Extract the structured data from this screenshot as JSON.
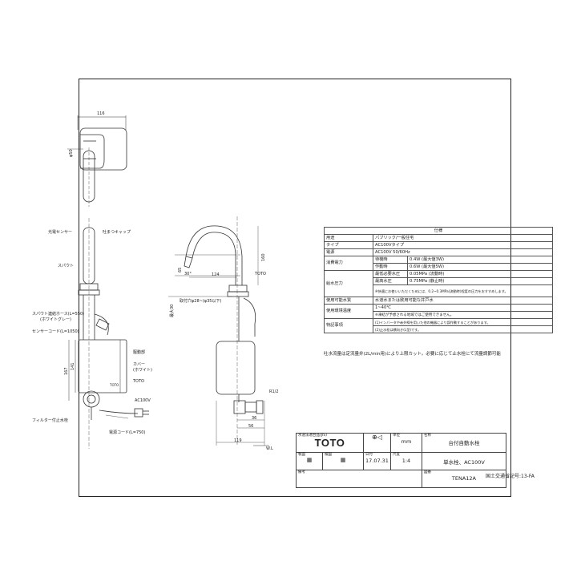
{
  "drawing": {
    "top_view": {
      "dim_width": "116",
      "dim_dia": "φ50"
    },
    "left_view": {
      "sensor_label": "光電センサー",
      "cap_label": "吐まつキャップ",
      "spout_label": "スパウト",
      "hose_label": "スパウト連結ホース(L=550)",
      "hose_color": "(ホワイトグレー)",
      "sensor_cord_label": "センサーコード(L=1050)",
      "unit_label": "駆動部",
      "cover_label": "カバー",
      "cover_color": "(ホワイト)",
      "filter_label": "フィルター付止水栓",
      "power_cord_label": "電源コード(L=750)",
      "ac_label": "AC100V",
      "unit_brand": "TOTO",
      "dim_a": "167",
      "dim_b": "141"
    },
    "right_view": {
      "dim_reach": "124",
      "dim_height": "160",
      "dim_angle": "30°",
      "dim_spout_h": "65",
      "brand": "TOTO",
      "mount_label": "取付穴φ28~(φ35以下)",
      "deck_label": "最大30",
      "thread_label": "R1/2",
      "dim_36": "36",
      "dim_56": "56",
      "dim_119": "119",
      "wl_label": "W.L"
    }
  },
  "spec_table": {
    "title": "仕様",
    "rows": [
      {
        "k": "用途",
        "sub": "",
        "v": "パブリック/一般住宅"
      },
      {
        "k": "タイプ",
        "sub": "",
        "v": "AC100Vタイプ"
      },
      {
        "k": "電源",
        "sub": "",
        "v": "AC100V 50/60Hz"
      },
      {
        "k": "消費電力",
        "sub": "待機時",
        "v": "0.4W (最大値3W)"
      },
      {
        "k": "",
        "sub": "作動時",
        "v": "0.6W (最大値5W)"
      },
      {
        "k": "給水圧力",
        "sub": "最低必要水圧",
        "v": "0.05MPa (流動時)"
      },
      {
        "k": "",
        "sub": "最高水圧",
        "v": "0.75MPa (静止時)"
      },
      {
        "k": "",
        "sub": "",
        "v": "※快適にお使いいただくためには、0.2~0.3MPa(流動時)程度の圧力をおすすめします。"
      },
      {
        "k": "使用可能水質",
        "sub": "",
        "v": "水道水または飲用可能な井戸水"
      },
      {
        "k": "使用環境温度",
        "sub": "",
        "v": "1~40℃"
      },
      {
        "k": "",
        "sub": "",
        "v": "※凍結が予想される地域ではご使用できません。"
      },
      {
        "k": "特記事項",
        "sub": "",
        "v": "(1)インバータや赤外線を用いた他の機器により誤作動することがあります。"
      },
      {
        "k": "",
        "sub": "",
        "v": "(2)止水栓は横向き(L型)です。"
      }
    ]
  },
  "flow_note": "吐水流量は定流量弁(2L/min用)により上限カット。必要に応じて止水栓にて流量調節可能",
  "registration": "国土交通省記号:13-FA",
  "title_block": {
    "jis": "水道法適合品(JIS)",
    "logo": "TOTO",
    "unit_label": "単位",
    "unit_value": "mm",
    "name_label": "名称",
    "name_value": "台付自動水栓",
    "drafter_label": "製図",
    "checker_label": "検図",
    "date_label": "日付",
    "date_value": "17.07.31",
    "scale_label": "尺度",
    "scale_value": "1:4",
    "model_desc": "単水栓、AC100V",
    "remarks_label": "備考",
    "drawing_no_label": "図番",
    "drawing_no": "TENA12A"
  }
}
